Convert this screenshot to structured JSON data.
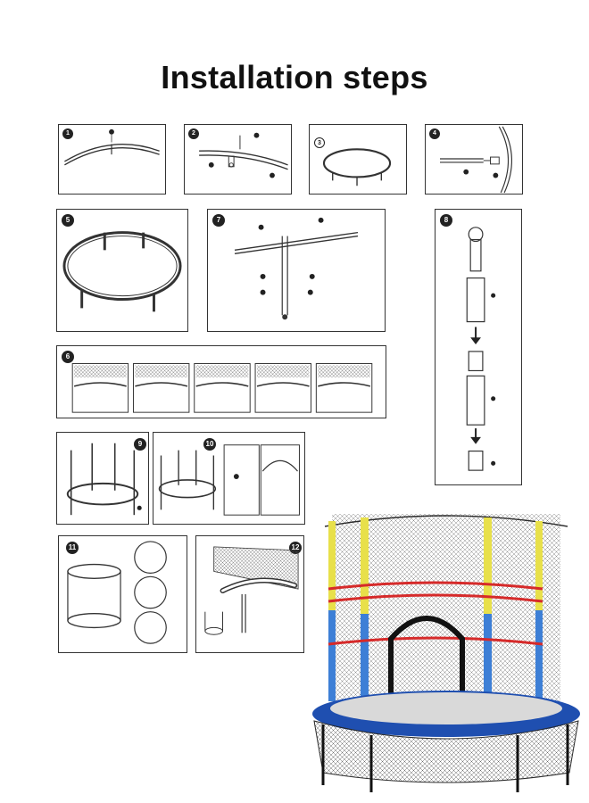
{
  "title": "Installation steps",
  "steps": [
    {
      "label": "1"
    },
    {
      "label": "2"
    },
    {
      "label": "3"
    },
    {
      "label": "4"
    },
    {
      "label": "5"
    },
    {
      "label": "7"
    },
    {
      "label": "8"
    },
    {
      "label": "6"
    },
    {
      "label": "9"
    },
    {
      "label": "10"
    },
    {
      "label": "11"
    },
    {
      "label": "12"
    }
  ],
  "colors": {
    "line": "#333333",
    "frame_yellow": "#e8e04a",
    "frame_blue": "#3d7fd6",
    "strap_red": "#d62a2a",
    "pad_blue": "#1f4fb0",
    "net": "#2a2a2a"
  }
}
